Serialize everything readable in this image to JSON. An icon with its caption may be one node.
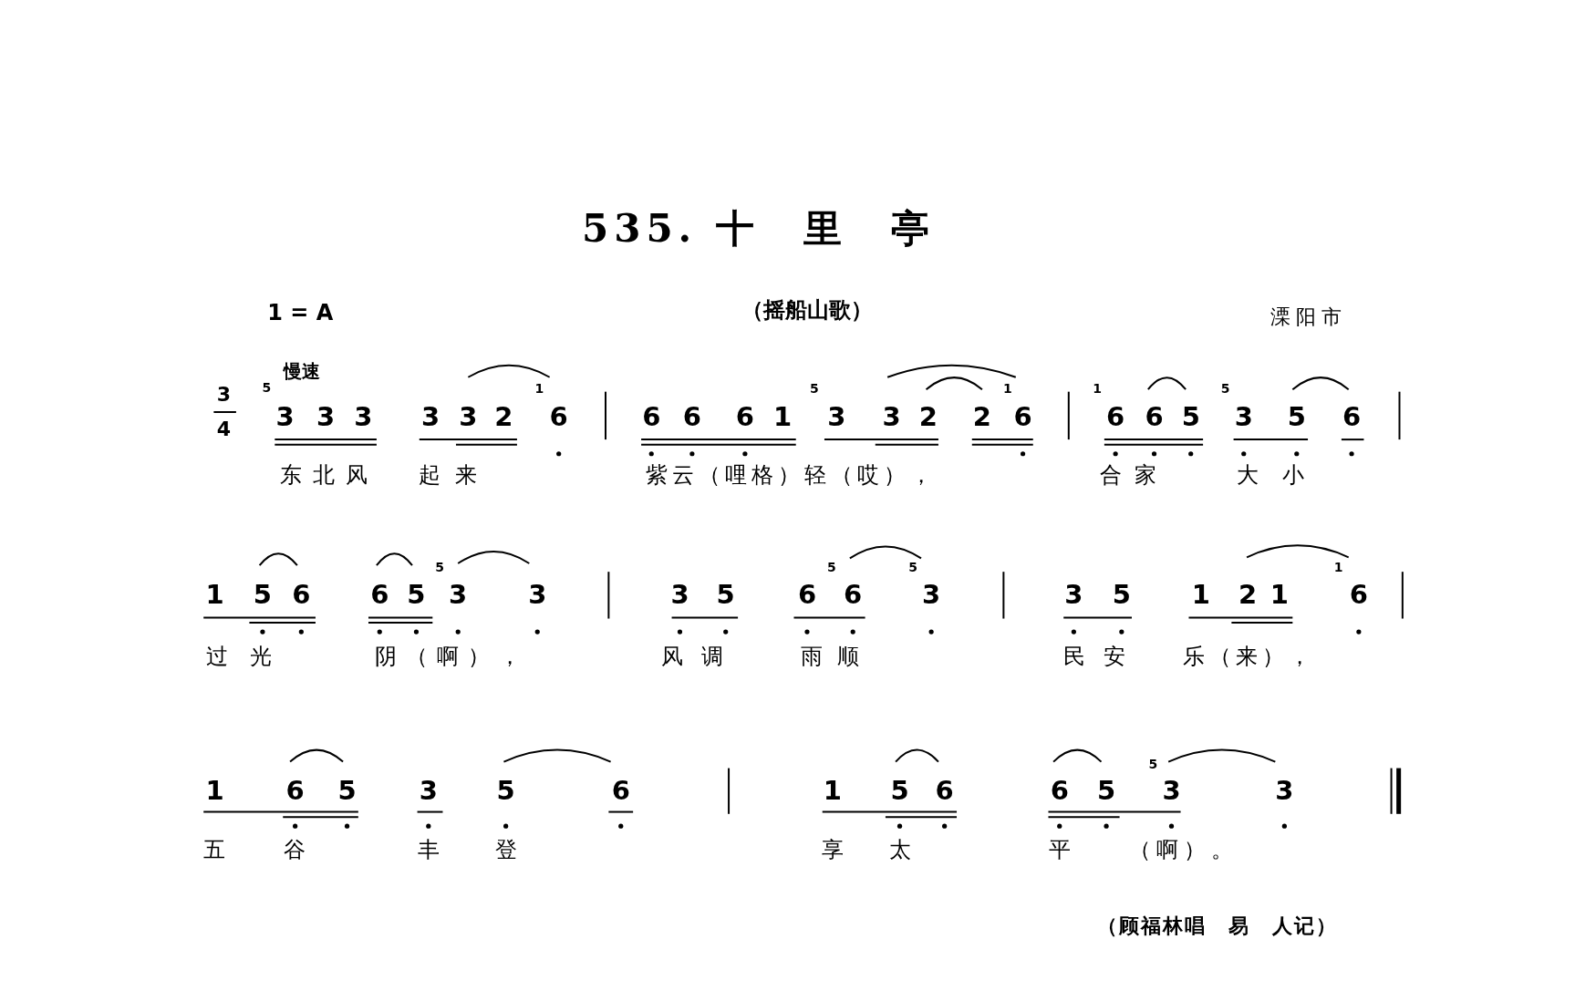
{
  "diagram": {
    "title": "535. 十　里　亭",
    "labels": [
      "1 = A",
      "（摇船山歌）",
      "溧阳市",
      "3",
      "4",
      "慢速",
      "5",
      "3",
      "3",
      "3",
      "3",
      "3",
      "2",
      "1",
      "6",
      "6",
      "6",
      "6",
      "1",
      "5",
      "3",
      "3",
      "2",
      "2",
      "1",
      "6",
      "1",
      "6",
      "6",
      "5",
      "5",
      "3",
      "5",
      "6",
      "东北风",
      "起来",
      "紫云（哩格）轻（哎），",
      "合家",
      "大小",
      "1",
      "5",
      "6",
      "6",
      "5",
      "5",
      "3",
      "3",
      "3",
      "5",
      "6",
      "5",
      "6",
      "5",
      "3",
      "3",
      "5",
      "1",
      "2",
      "1",
      "1",
      "6",
      "过光",
      "阴（啊），",
      "风调",
      "雨顺",
      "民安",
      "乐（来），",
      "1",
      "6",
      "5",
      "3",
      "5",
      "6",
      "1",
      "5",
      "6",
      "6",
      "5",
      "5",
      "3",
      "3",
      "五",
      "谷",
      "丰",
      "登",
      "享",
      "太",
      "平",
      "（啊）。",
      "（顾福林唱　易　人记）"
    ]
  }
}
